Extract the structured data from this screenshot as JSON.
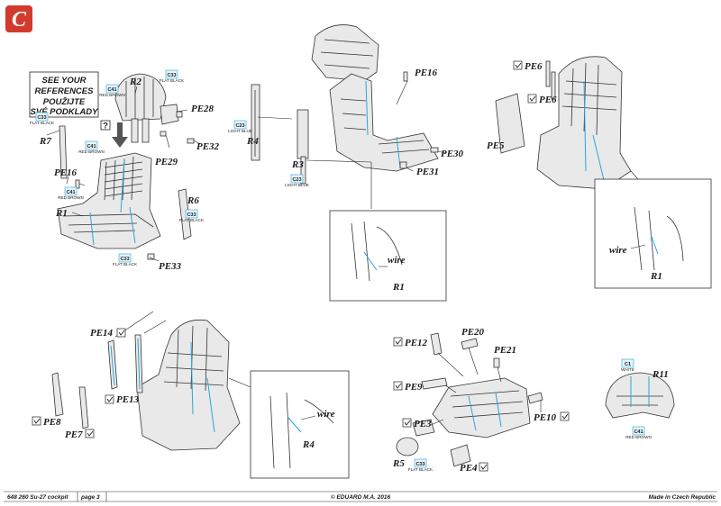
{
  "page": {
    "section_letter": "C",
    "accent_color": "#d23a2e",
    "highlight_color": "#29a6dc"
  },
  "reference_note": {
    "lines": [
      "SEE YOUR",
      "REFERENCES",
      "POUŽIJTE",
      "SVÉ PODKLADY"
    ],
    "marker": "?"
  },
  "footer": {
    "left": "648 260  Su-27 cockpit",
    "page": "page 3",
    "center": "© EDUARD  M.A. 2016",
    "right": "Made in Czech Republic"
  },
  "parts": {
    "R2": "R2",
    "PE28": "PE28",
    "PE29": "PE29",
    "PE32": "PE32",
    "R7": "R7",
    "PE16a": "PE16",
    "R6": "R6",
    "R1a": "R1",
    "PE33": "PE33",
    "PE16b": "PE16",
    "R4a": "R4",
    "R3": "R3",
    "PE30": "PE30",
    "PE31": "PE31",
    "wire1": "wire",
    "R1b": "R1",
    "PE6a": "PE6",
    "PE6b": "PE6",
    "PE5": "PE5",
    "wire2": "wire",
    "R1c": "R1",
    "PE14": "PE14",
    "PE13": "PE13",
    "PE8": "PE8",
    "PE7": "PE7",
    "wire3": "wire",
    "R4b": "R4",
    "PE12": "PE12",
    "PE20": "PE20",
    "PE21": "PE21",
    "PE9": "PE9",
    "PE3": "PE3",
    "PE10": "PE10",
    "R5": "R5",
    "PE4": "PE4",
    "R11": "R11"
  },
  "color_badges": {
    "c41_red_brown": {
      "code": "C41",
      "name": "RED BROWN"
    },
    "c33_flat_black": {
      "code": "C33",
      "name": "FLAT BLACK"
    },
    "c23_light_blue": {
      "code": "C23",
      "name": "LIGHT BLUE"
    },
    "c1_white": {
      "code": "C1",
      "name": "WHITE"
    }
  },
  "icons": [
    "check-box-icon",
    "down-arrow-icon",
    "reference-question-icon"
  ]
}
